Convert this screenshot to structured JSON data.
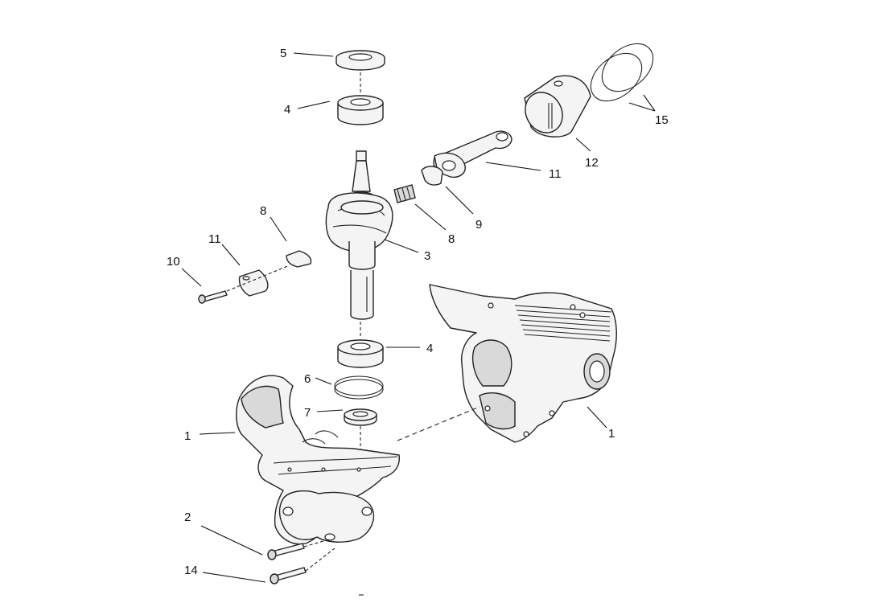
{
  "diagram": {
    "callouts": [
      {
        "id": "c5",
        "text": "5"
      },
      {
        "id": "c4a",
        "text": "4"
      },
      {
        "id": "c15",
        "text": "15"
      },
      {
        "id": "c12",
        "text": "12"
      },
      {
        "id": "c11a",
        "text": "11"
      },
      {
        "id": "c9",
        "text": "9"
      },
      {
        "id": "c8a",
        "text": "8"
      },
      {
        "id": "c8b",
        "text": "8"
      },
      {
        "id": "c11b",
        "text": "11"
      },
      {
        "id": "c10",
        "text": "10"
      },
      {
        "id": "c3",
        "text": "3"
      },
      {
        "id": "c4b",
        "text": "4"
      },
      {
        "id": "c6",
        "text": "6"
      },
      {
        "id": "c7",
        "text": "7"
      },
      {
        "id": "c1a",
        "text": "1"
      },
      {
        "id": "c1b",
        "text": "1"
      },
      {
        "id": "c2",
        "text": "2"
      },
      {
        "id": "c14",
        "text": "14"
      }
    ]
  }
}
